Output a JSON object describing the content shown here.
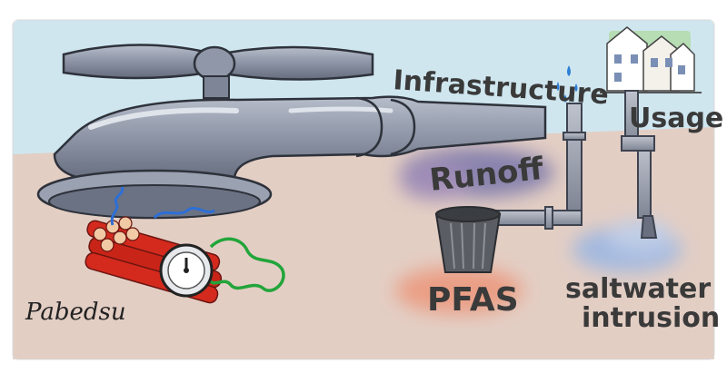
{
  "labels": {
    "infrastructure": "Infrastructure",
    "usage": "Usage",
    "runoff": "Runoff",
    "pfas": "PFAS",
    "saltwater_line1": "saltwater",
    "saltwater_line2": "intrusion"
  },
  "signature": "Pabedsu",
  "colors": {
    "sky": "#cfe6ef",
    "ground": "#e3cec4",
    "faucet": "#8f97a8",
    "faucet_dark": "#5e6577",
    "pipe": "#a2a8b5",
    "dynamite": "#d42a1e",
    "fuse_blue": "#2d6fd6",
    "fuse_green": "#22a53a",
    "runoff_haze": "#6a6aa6",
    "pfas_haze": "#ee8a6a",
    "saltwater_haze": "#93b4e6"
  },
  "icons": [
    "faucet",
    "bomb",
    "timer",
    "bucket",
    "houses",
    "water-drops"
  ]
}
